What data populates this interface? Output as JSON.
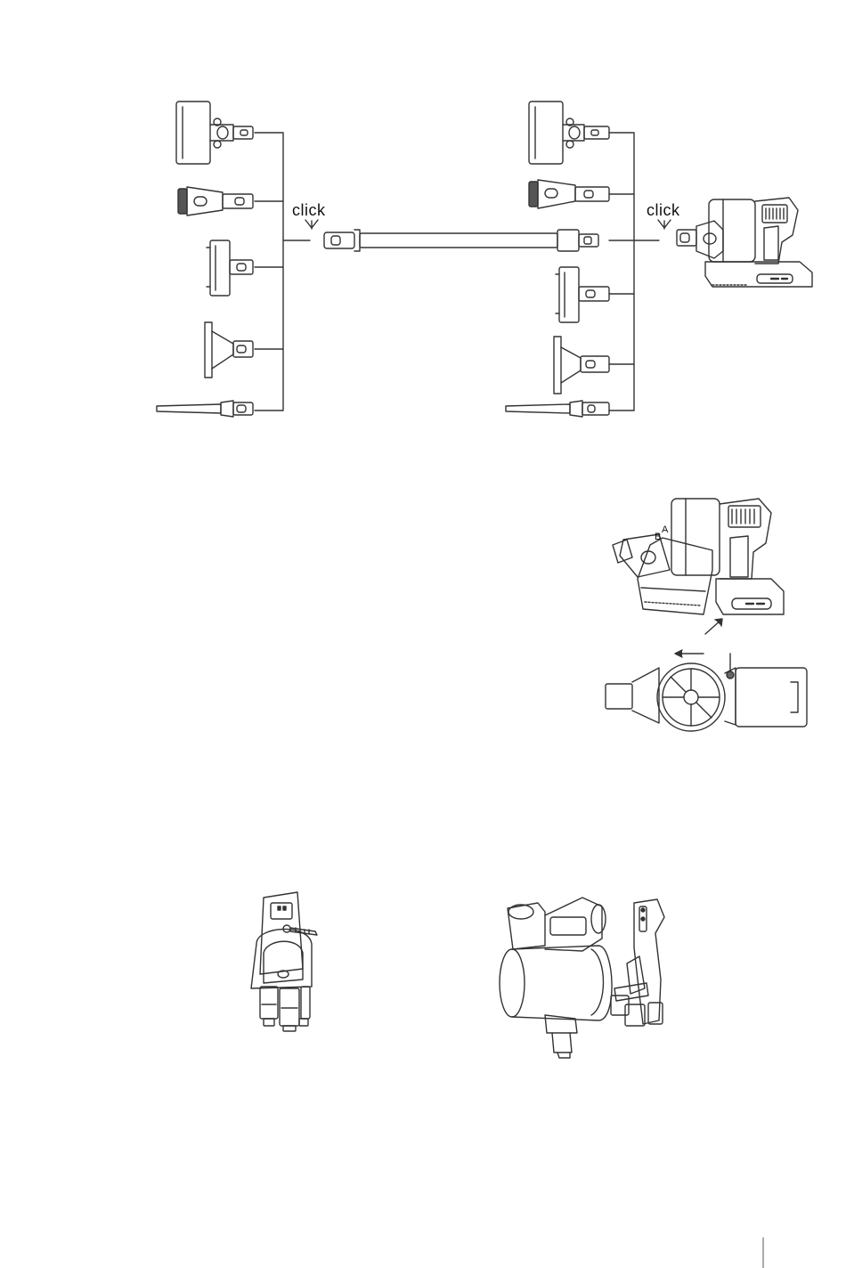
{
  "assembly": {
    "click_left": "click",
    "click_right": "click"
  },
  "filter_removal": {
    "label_a": "A",
    "label_b": "B"
  },
  "wall_mount": {}
}
